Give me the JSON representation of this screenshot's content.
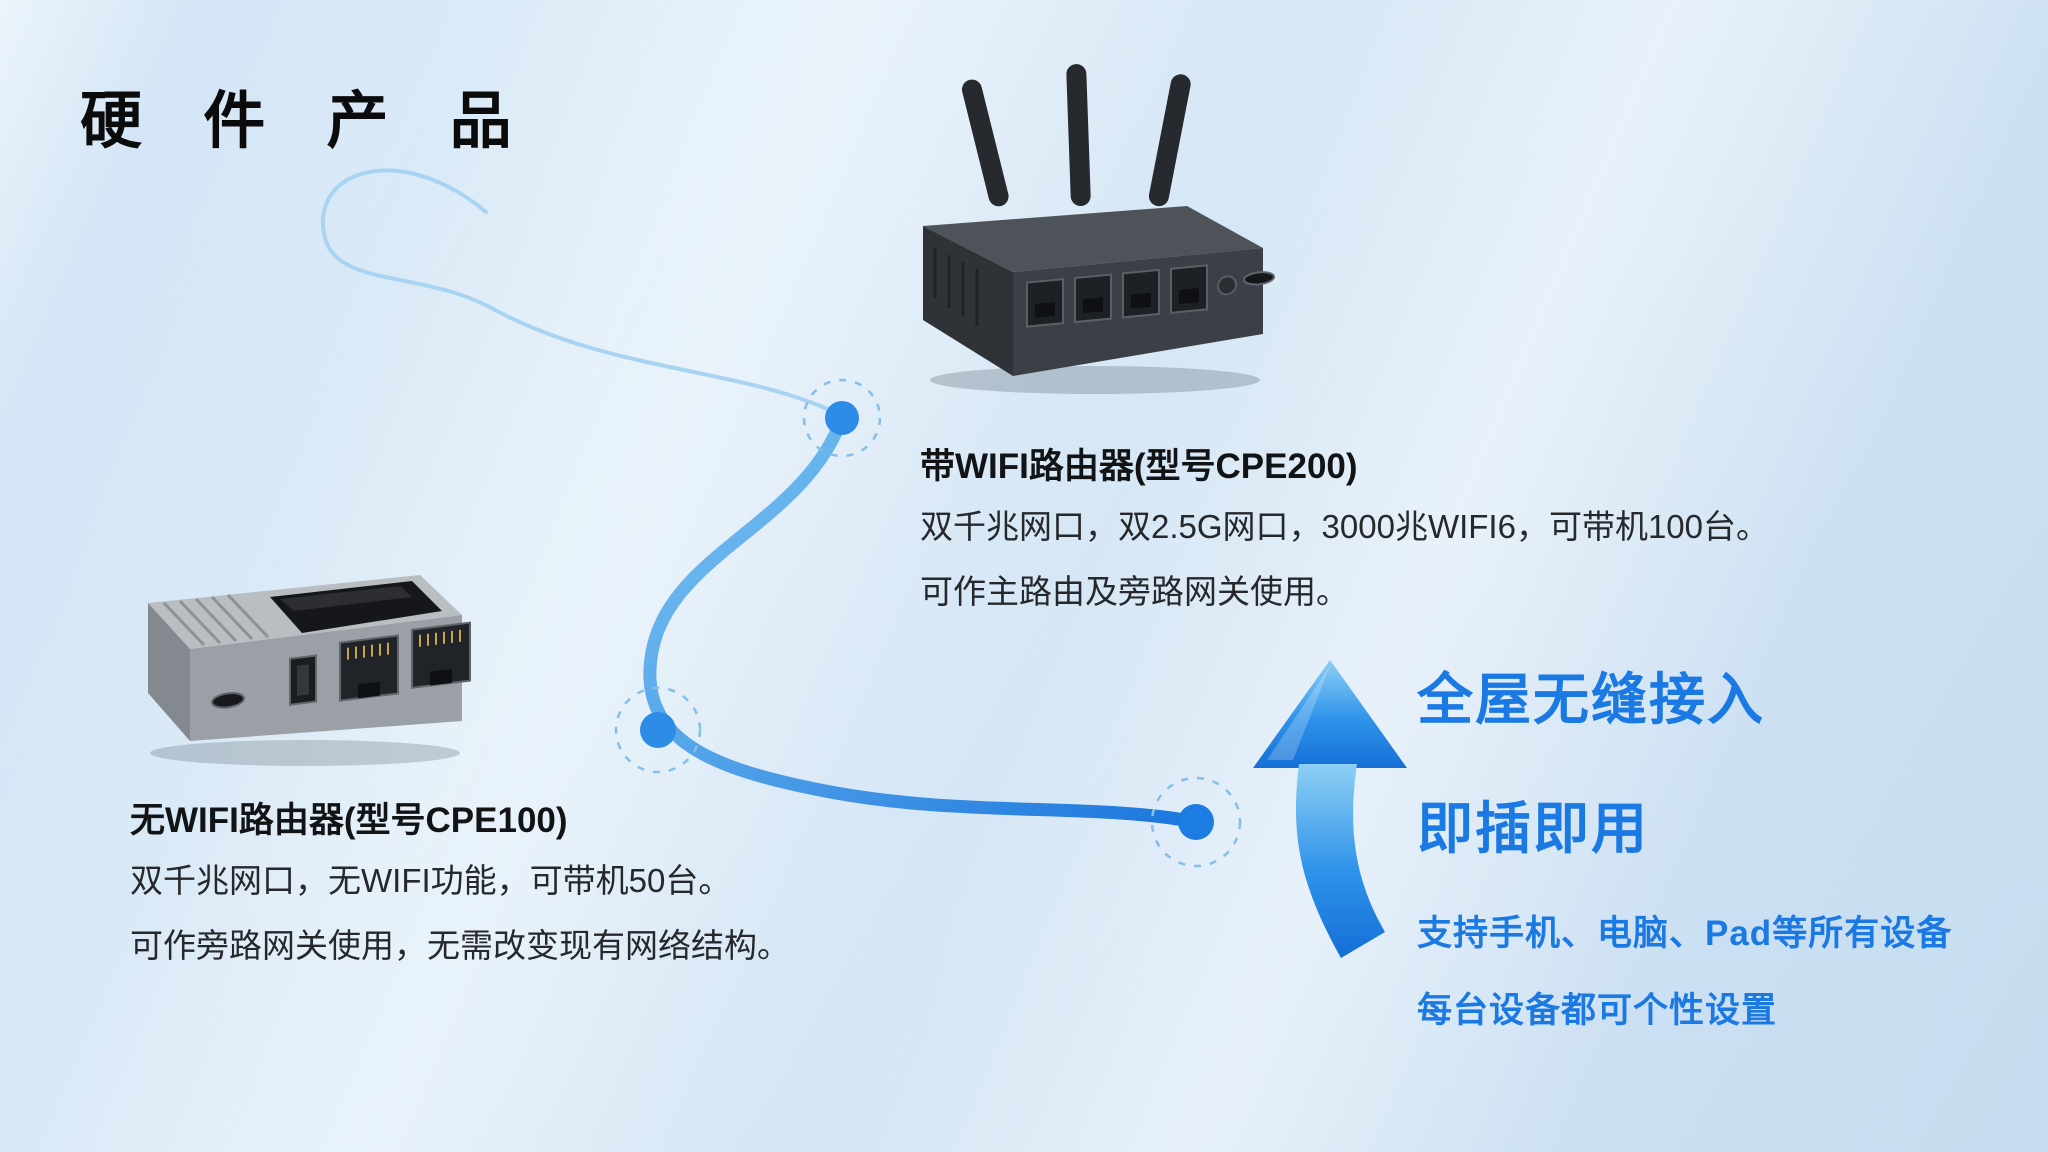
{
  "slide": {
    "title": "硬 件 产 品"
  },
  "products": {
    "cpe200": {
      "name": "带WIFI路由器(型号CPE200)",
      "line1": "双千兆网口，双2.5G网口，3000兆WIFI6，可带机100台。",
      "line2": "可作主路由及旁路网关使用。"
    },
    "cpe100": {
      "name": "无WIFI路由器(型号CPE100)",
      "line1": "双千兆网口，无WIFI功能，可带机50台。",
      "line2": "可作旁路网关使用，无需改变现有网络结构。"
    }
  },
  "benefits": {
    "headline1": "全屋无缝接入",
    "headline2": "即插即用",
    "point1": "支持手机、电脑、Pad等所有设备",
    "point2": "每台设备都可个性设置"
  },
  "colors": {
    "accent_blue": "#1b79e3",
    "curve_blue": "#2c8ce6",
    "title_black": "#0b0b0c",
    "device_dark": "#3b4046",
    "device_silver": "#9aa0a6"
  }
}
